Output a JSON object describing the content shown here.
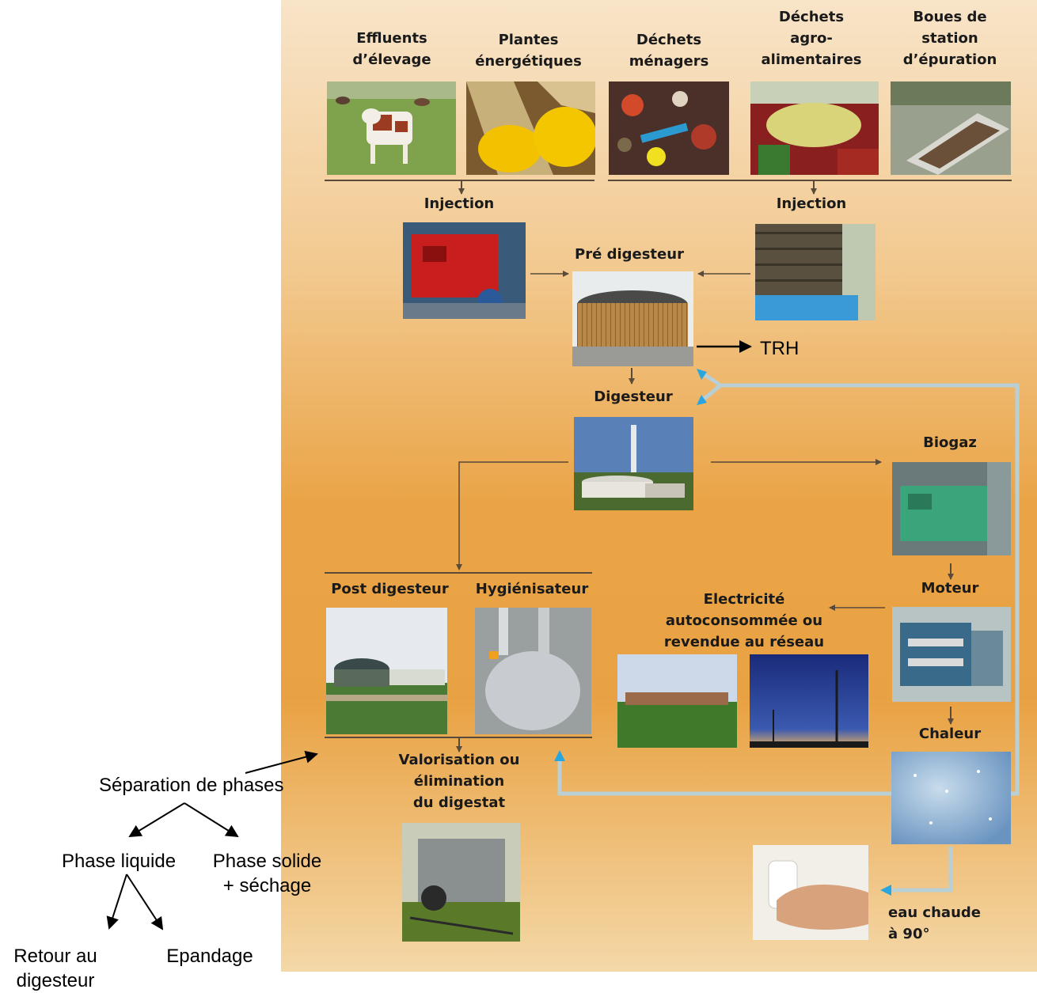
{
  "sources": [
    {
      "label": "Effluents\nd’élevage",
      "image": "cow-in-pasture"
    },
    {
      "label": "Plantes\nénergétiques",
      "image": "corn-cobs"
    },
    {
      "label": "Déchets\nménagers",
      "image": "household-waste"
    },
    {
      "label": "Déchets\nagro-\nalimentaires",
      "image": "food-industry-waste"
    },
    {
      "label": "Boues de\nstation\nd’épuration",
      "image": "sewage-sludge-bed"
    }
  ],
  "stages": {
    "injection_left": "Injection",
    "injection_right": "Injection",
    "pre_digester": "Pré digesteur",
    "digester": "Digesteur",
    "biogas": "Biogaz",
    "engine": "Moteur",
    "electricity": "Electricité\nautoconsommée ou\nrevendue au réseau",
    "heat": "Chaleur",
    "hot_water": "eau chaude\nà 90°",
    "post_digester": "Post digesteur",
    "hygienizer": "Hygiénisateur",
    "digestate": "Valorisation ou\nélimination\ndu digestat"
  },
  "annotations": {
    "trh": "TRH",
    "separation": "Séparation de phases",
    "liquid": "Phase liquide",
    "solid": "Phase solide\n+ séchage",
    "return": "Retour au\ndigesteur",
    "spreading": "Epandage"
  },
  "colors": {
    "poster_top": "#f8e4c8",
    "poster_mid": "#eaa446",
    "flow_line": "#5a4a3a",
    "heat_loop": "#b9cfd6",
    "heat_arrow": "#2aa6df",
    "annotation_ink": "#000000"
  }
}
